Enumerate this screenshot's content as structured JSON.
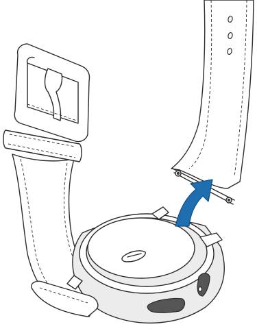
{
  "figure": {
    "subject": "watch-strap-attachment",
    "parts": [
      "loose-strap",
      "watch-body",
      "attached-strap",
      "buckle",
      "release-pin",
      "direction-arrow"
    ],
    "colors": {
      "line": "#2b2b2b",
      "arrow": "#1f6fb0",
      "arrow_dark": "#0f4f86",
      "body_fill": "#ececec",
      "button_fill": "#555555"
    }
  }
}
